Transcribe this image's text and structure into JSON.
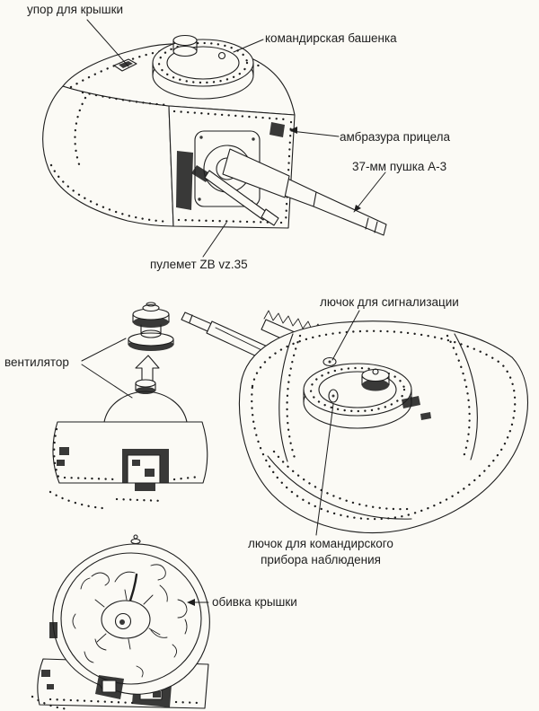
{
  "colors": {
    "page_bg": "#fbfaf5",
    "ink": "#1e1e1e"
  },
  "labels": {
    "lid_stop": "упор для крышки",
    "commander_cupola": "командирская башенка",
    "sight_embrasure": "амбразура прицела",
    "gun_37mm": "37-мм пушка А-3",
    "mg_zb": "пулемет ZB vz.35",
    "signal_hatch": "лючок для сигнализации",
    "ventilator": "вентилятор",
    "commander_device_hatch_line1": "лючок для командирского",
    "commander_device_hatch_line2": "прибора наблюдения",
    "lid_padding": "обивка крышки"
  }
}
